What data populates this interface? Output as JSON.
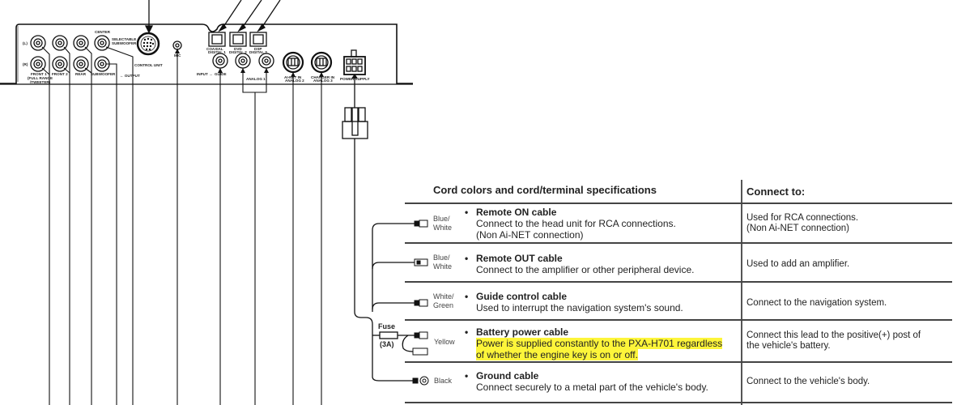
{
  "unit": {
    "labels": {
      "ch_l": "(L)",
      "ch_r": "(R)",
      "front1": "FRONT 1",
      "front1_sub1": "(FULL RANGE",
      "front1_sub2": "/TWEETER)",
      "front2": "FRONT 2",
      "rear": "REAR",
      "subwoofer": "SUBWOOFER",
      "center": "CENTER",
      "selectable1": "SELECTABLE",
      "selectable2": "SUBWOOFER",
      "output": "← OUTPUT",
      "control_unit": "CONTROL UNIT",
      "mic": "MIC",
      "coaxial": "COAXIAL",
      "digital1": "DIGITAL 1",
      "dvd": "DVD",
      "digital2": "DIGITAL 2",
      "dsp": "DSP",
      "digital3": "DIGITAL 3",
      "input": "INPUT →",
      "guide": "GUIDE",
      "analog1": "ANALOG 1",
      "ainet_in": "AI-NET IN",
      "analog2": "ANALOG 2",
      "changer_in": "CHANGER IN",
      "analog3": "ANALOG 3",
      "power_supply": "POWER SUPPLY"
    }
  },
  "table": {
    "header_left": "Cord colors and cord/terminal specifications",
    "header_right": "Connect to:",
    "fuse_label": "Fuse",
    "fuse_rating": "(3A)",
    "rows": [
      {
        "color": [
          "Blue/",
          "White"
        ],
        "title": "Remote ON cable",
        "desc": [
          "Connect to the head unit for RCA connections.",
          "(Non Ai-NET connection)"
        ],
        "connect": [
          "Used for RCA connections.",
          "(Non Ai-NET connection)"
        ],
        "highlight": false
      },
      {
        "color": [
          "Blue/",
          "White"
        ],
        "title": "Remote OUT cable",
        "desc": [
          "Connect to the amplifier or other peripheral device."
        ],
        "connect": [
          "Used to add an amplifier."
        ],
        "highlight": false
      },
      {
        "color": [
          "White/",
          "Green"
        ],
        "title": "Guide control cable",
        "desc": [
          "Used to interrupt the navigation system's sound."
        ],
        "connect": [
          "Connect to the navigation system."
        ],
        "highlight": false
      },
      {
        "color": [
          "Yellow"
        ],
        "title": "Battery power cable",
        "desc": [
          "Power is supplied constantly to the PXA-H701 regardless",
          "of whether the engine key is on or off."
        ],
        "connect": [
          "Connect this lead to the positive(+) post of",
          "the vehicle's battery."
        ],
        "highlight": true
      },
      {
        "color": [
          "Black"
        ],
        "title": "Ground cable",
        "desc": [
          "Connect securely to a metal part of the vehicle's body."
        ],
        "connect": [
          "Connect to the vehicle's body."
        ],
        "highlight": false
      }
    ],
    "bullet": "•",
    "highlight_color": "#fdf53a"
  }
}
